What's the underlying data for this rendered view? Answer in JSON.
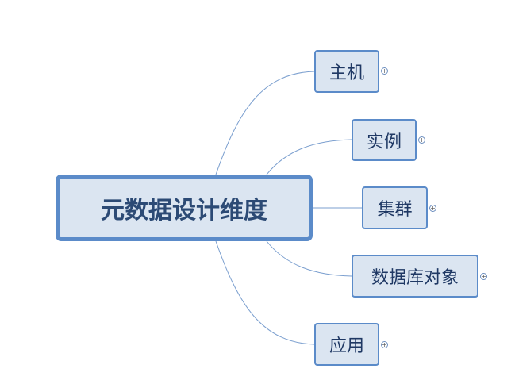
{
  "mindmap": {
    "root": {
      "label": "元数据设计维度"
    },
    "branches": [
      {
        "id": "host",
        "label": "主机"
      },
      {
        "id": "inst",
        "label": "实例"
      },
      {
        "id": "clus",
        "label": "集群"
      },
      {
        "id": "dbobj",
        "label": "数据库对象"
      },
      {
        "id": "app",
        "label": "应用"
      }
    ],
    "expand_icon": "+",
    "colors": {
      "node_fill": "#dbe5f1",
      "node_border": "#5b8bc9",
      "connector": "#7b9fcf",
      "text": "#1f3864"
    }
  }
}
